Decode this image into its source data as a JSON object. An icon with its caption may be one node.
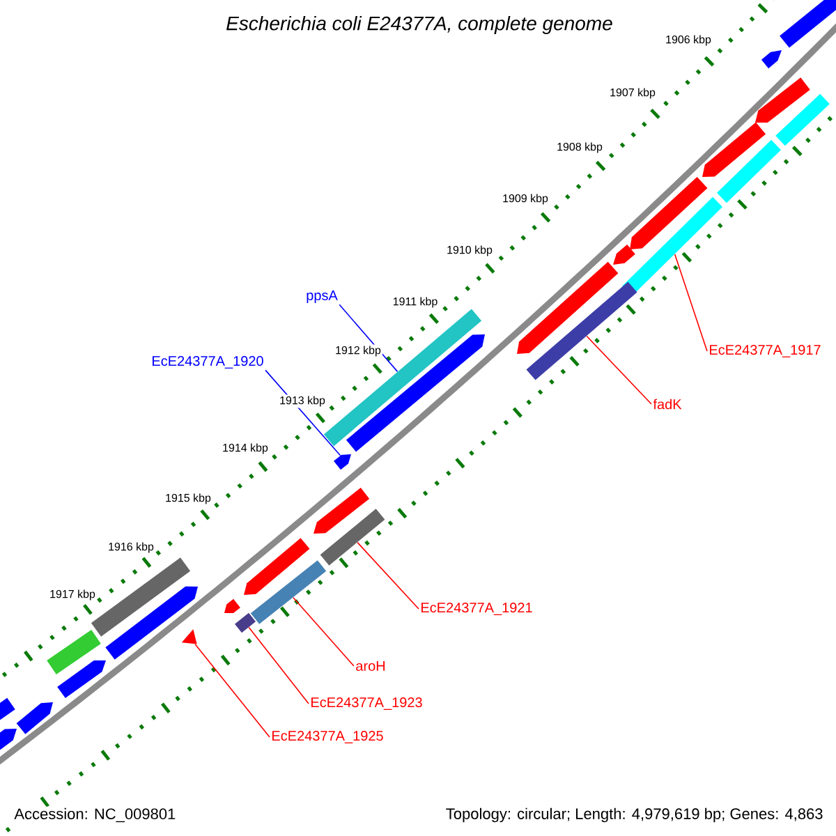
{
  "diagram": {
    "title": "Escherichia coli E24377A, complete genome",
    "nodes": [
      {
        "text": [
          "ppsA"
        ]
      },
      {
        "text": [],
        "shape": "bar"
      },
      {
        "text": [
          "EcE24377A_1920"
        ]
      },
      {
        "text": [],
        "shape": "bar"
      },
      {
        "text": [
          "EcE24377A_1917"
        ]
      },
      {
        "text": [],
        "shape": "bar"
      },
      {
        "text": [
          "fadK"
        ]
      },
      {
        "text": [],
        "shape": "bar"
      },
      {
        "text": [
          "EcE24377A_1921"
        ]
      },
      {
        "text": [],
        "shape": "bar"
      },
      {
        "text": [
          "aroH"
        ]
      },
      {
        "text": [],
        "shape": "bar"
      },
      {
        "text": [
          "EcE24377A_1923"
        ]
      },
      {
        "text": [],
        "shape": "bar"
      },
      {
        "text": [
          "EcE24377A_1925"
        ]
      },
      {
        "text": [],
        "shape": "triangle"
      },
      {
        "text": [],
        "shape": "bar"
      },
      {
        "text": [],
        "shape": "bar"
      },
      {
        "text": [],
        "shape": "bar"
      },
      {
        "text": [],
        "shape": "bar"
      },
      {
        "text": [],
        "shape": "bar"
      },
      {
        "text": [],
        "shape": "bar"
      },
      {
        "text": [],
        "shape": "bar"
      },
      {
        "text": [],
        "shape": "bar"
      },
      {
        "text": [],
        "shape": "bar"
      },
      {
        "text": [],
        "shape": "bar"
      },
      {
        "text": [],
        "shape": "bar"
      },
      {
        "text": [],
        "shape": "bar"
      },
      {
        "text": [],
        "shape": "bar"
      },
      {
        "text": [],
        "shape": "bar"
      },
      {
        "text": [],
        "shape": "bar"
      },
      {
        "text": [],
        "shape": "bar"
      },
      {
        "text": [],
        "shape": "bar"
      },
      {
        "text": [],
        "shape": "bar"
      },
      {
        "text": [],
        "shape": "bar"
      },
      {
        "text": [],
        "shape": "bar"
      }
    ],
    "edges": [
      {
        "from": 0,
        "to": 1,
        "arrow": "none",
        "color": "#0000ff"
      },
      {
        "from": 2,
        "to": 3,
        "arrow": "none",
        "color": "#0000ff"
      },
      {
        "from": 4,
        "to": 5,
        "arrow": "none"
      },
      {
        "from": 6,
        "to": 7,
        "arrow": "none"
      },
      {
        "from": 8,
        "to": 9,
        "arrow": "none"
      },
      {
        "from": 10,
        "to": 11,
        "arrow": "none"
      },
      {
        "from": 12,
        "to": 13,
        "arrow": "none"
      },
      {
        "from": 14,
        "to": 15,
        "arrow": "none"
      }
    ],
    "labels": [
      "1906 kbp",
      "1907 kbp",
      "1908 kbp",
      "1909 kbp",
      "1910 kbp",
      "1911 kbp",
      "1912 kbp",
      "1913 kbp",
      "1914 kbp",
      "1915 kbp",
      "1916 kbp",
      "1917 kbp",
      "Accession: NC_009801",
      "Topology: circular; Length: 4,979,619 bp; Genes: 4,863"
    ]
  }
}
